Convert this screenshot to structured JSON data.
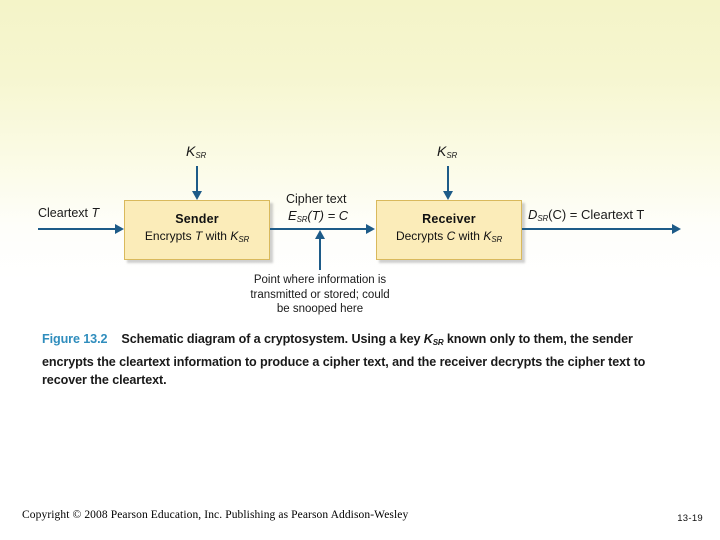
{
  "slide": {
    "background_top_color": "#f4f4c8",
    "background_bottom_color": "#ffffff",
    "accent_color": "#1d5b88",
    "box_fill_color": "#fbecb9",
    "box_border_color": "#d9b95c",
    "figure_number_color": "#2f8dbd"
  },
  "diagram": {
    "key_label_left": "K",
    "key_sub_left": "SR",
    "key_label_right": "K",
    "key_sub_right": "SR",
    "input_label": "Cleartext",
    "input_label_italic": "T",
    "sender": {
      "title": "Sender",
      "line_prefix": "Encrypts",
      "line_var": "T",
      "line_mid": "with",
      "line_key": "K",
      "line_key_sub": "SR"
    },
    "receiver": {
      "title": "Receiver",
      "line_prefix": "Decrypts",
      "line_var": "C",
      "line_mid": "with",
      "line_key": "K",
      "line_key_sub": "SR"
    },
    "cipher": {
      "label": "Cipher text",
      "formula_fn": "E",
      "formula_sub": "SR",
      "formula_rest": "(T) = C"
    },
    "output": {
      "formula_fn": "D",
      "formula_sub": "SR",
      "formula_rest": "(C) = Cleartext T"
    },
    "snoop_note": {
      "line1": "Point where information is",
      "line2": "transmitted or stored; could",
      "line3": "be snooped here"
    }
  },
  "caption": {
    "figure_number": "Figure 13.2",
    "text_part1": "Schematic diagram of a cryptosystem. Using a key ",
    "key_symbol": "K",
    "key_sub": "SR",
    "text_part2": " known only to them, the sender encrypts the cleartext information to produce a cipher text, and the receiver decrypts the cipher text to recover the cleartext."
  },
  "footer": {
    "copyright": "Copyright © 2008 Pearson Education, Inc. Publishing as Pearson Addison-Wesley",
    "page_number": "13-19"
  }
}
